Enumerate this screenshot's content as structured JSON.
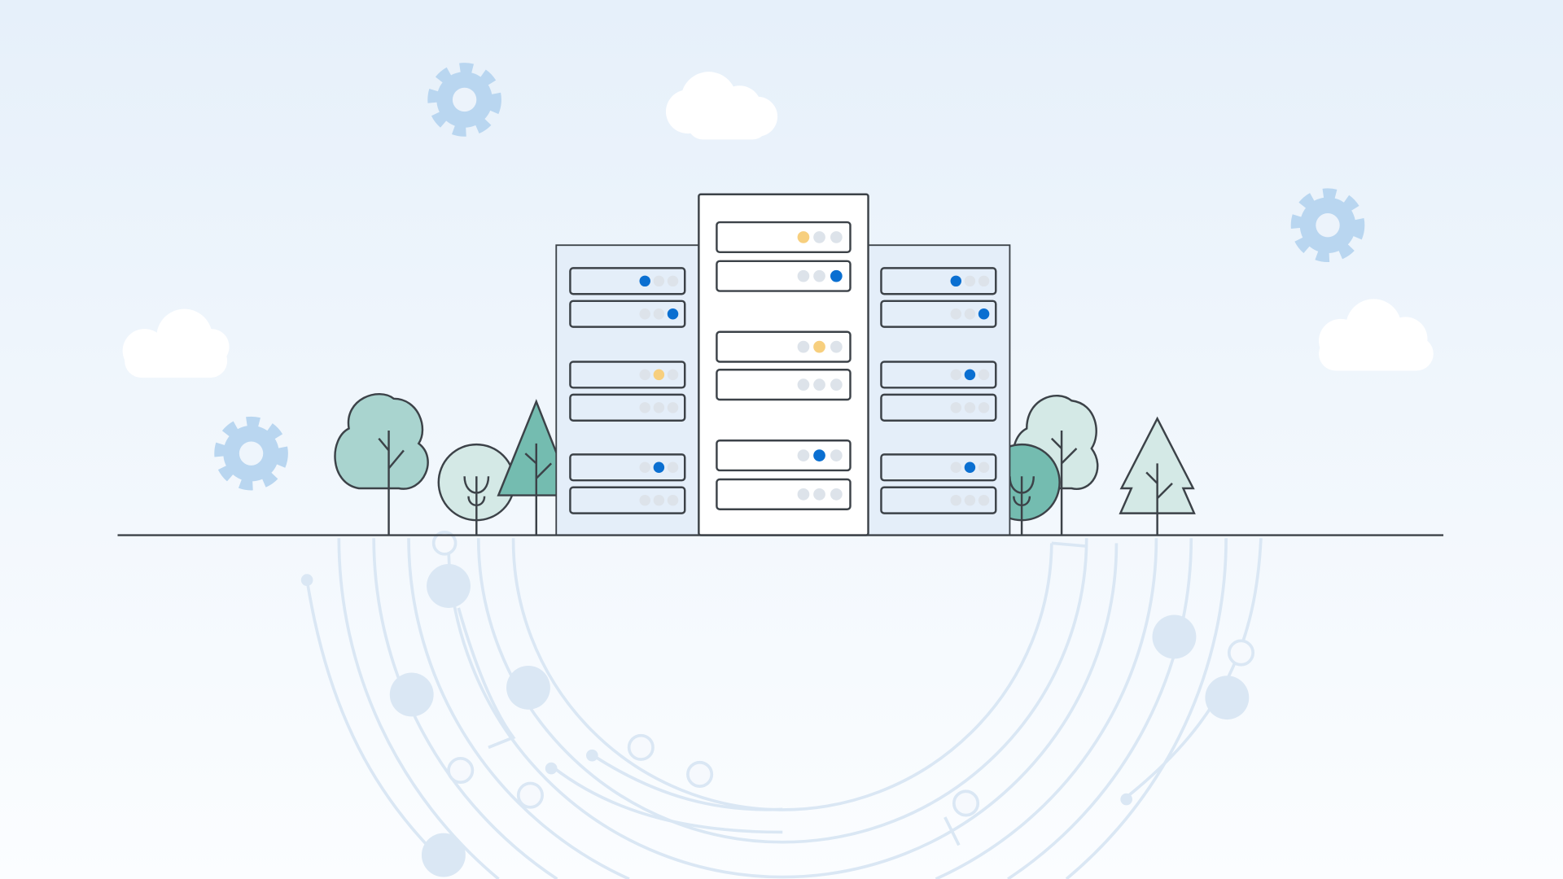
{
  "colors": {
    "outline": "#3c4248",
    "led_blue": "#0a6fd1",
    "led_yellow": "#f7cf7e",
    "led_off": "#dde3ea",
    "gear": "#b9d6f0",
    "tree_teal": "#74bcb0",
    "tree_light": "#a9d4cf",
    "tree_pale": "#d4e9e6",
    "circuit": "#dae7f4"
  },
  "racks": [
    {
      "id": "left",
      "units": [
        [
          "blue",
          "off",
          "off"
        ],
        [
          "off",
          "off",
          "blue"
        ],
        [
          "off",
          "yellow",
          "off"
        ],
        [
          "off",
          "off",
          "off"
        ],
        [
          "off",
          "blue",
          "off"
        ],
        [
          "off",
          "off",
          "off"
        ]
      ]
    },
    {
      "id": "center",
      "units": [
        [
          "yellow",
          "off",
          "off"
        ],
        [
          "off",
          "off",
          "blue"
        ],
        [
          "off",
          "yellow",
          "off"
        ],
        [
          "off",
          "off",
          "off"
        ],
        [
          "off",
          "blue",
          "off"
        ],
        [
          "off",
          "off",
          "off"
        ]
      ]
    },
    {
      "id": "right",
      "units": [
        [
          "blue",
          "off",
          "off"
        ],
        [
          "off",
          "off",
          "blue"
        ],
        [
          "off",
          "blue",
          "off"
        ],
        [
          "off",
          "off",
          "off"
        ],
        [
          "off",
          "blue",
          "off"
        ],
        [
          "off",
          "off",
          "off"
        ]
      ]
    }
  ]
}
